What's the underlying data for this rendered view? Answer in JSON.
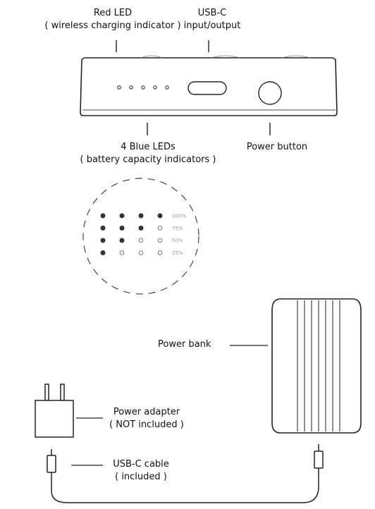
{
  "top_callouts": {
    "red_led": {
      "line1": "Red LED",
      "line2": "( wireless charging indicator )"
    },
    "usb_c": {
      "line1": "USB-C",
      "line2": "input/output"
    }
  },
  "bottom_callouts": {
    "blue_leds": {
      "line1": "4 Blue LEDs",
      "line2": "( battery capacity indicators )"
    },
    "power_button": {
      "line1": "Power button"
    }
  },
  "capacity_indicator": {
    "rows": [
      {
        "level": "100%",
        "filled": 4
      },
      {
        "level": "75%",
        "filled": 3
      },
      {
        "level": "50%",
        "filled": 2
      },
      {
        "level": "25%",
        "filled": 1
      }
    ],
    "filled_color": "#333333",
    "empty_color": "#777777"
  },
  "components": {
    "power_bank": {
      "line1": "Power bank"
    },
    "power_adapter": {
      "line1": "Power adapter",
      "line2": "( NOT included )"
    },
    "usb_c_cable": {
      "line1": "USB-C cable",
      "line2": "( included )"
    }
  }
}
